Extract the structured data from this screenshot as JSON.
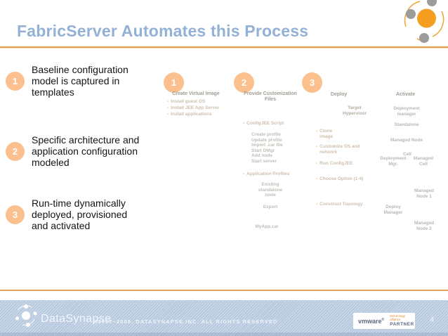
{
  "title": "FabricServer Automates this Process",
  "left_panel": {
    "items": [
      {
        "number": "1",
        "text": "Baseline configuration\nmodel is captured in\ntemplates"
      },
      {
        "number": "2",
        "text": "Specific architecture and\napplication configuration\nmodeled"
      },
      {
        "number": "3",
        "text": "Run-time dynamically\ndeployed, provisioned\nand activated"
      }
    ]
  },
  "diagram": {
    "marker": "-",
    "step1": {
      "number": "1",
      "header": "Create Virtual Image",
      "bullets": [
        "Install guest OS",
        "Install JEE App Server",
        "Install applications"
      ]
    },
    "step2": {
      "number": "2",
      "header": "Provide Customization\nFiles",
      "config_script_label": "ConfigJEE Script",
      "config_script_items": "Create profile\nUpdate profile\nImport .car file\nStart DMgr\nAdd node\nStart server",
      "app_profiles_label": "Application Profiles",
      "existing_node": "Existing\nstandalone\nnode",
      "export": "Export",
      "file": "MyApp.car"
    },
    "step3": {
      "number": "3",
      "header": "Deploy",
      "target": "Target\nHypervisor",
      "bullets": [
        "Clone\nimage",
        "Customize OS and\nnetwork",
        "Run ConfigJEE",
        "Choose Option (1-4)",
        "Construct Topology"
      ]
    },
    "step4": {
      "header": "Activate",
      "items": {
        "deployment_manager": "Deployment manager",
        "standalone": "Standalone",
        "managed_node": "Managed Node",
        "cell": "Cell",
        "deployment_mgr": "Deployment\nMgr.",
        "managed_cell": "Managed\nCell",
        "managed_node_1": "Managed\nNode 1",
        "deploy_manager": "Deploy\nManager",
        "managed_node_2": "Managed\nNode 2"
      }
    }
  },
  "footer": {
    "brand": "DataSynapse",
    "copyright": "©2007–2008, DATASYNAPSE INC. ALL RIGHTS RESERVED",
    "vmware": {
      "name": "vmware",
      "reg": "®",
      "tagline": "technology alliance",
      "partner": "PARTNER"
    },
    "page_number": "4"
  }
}
